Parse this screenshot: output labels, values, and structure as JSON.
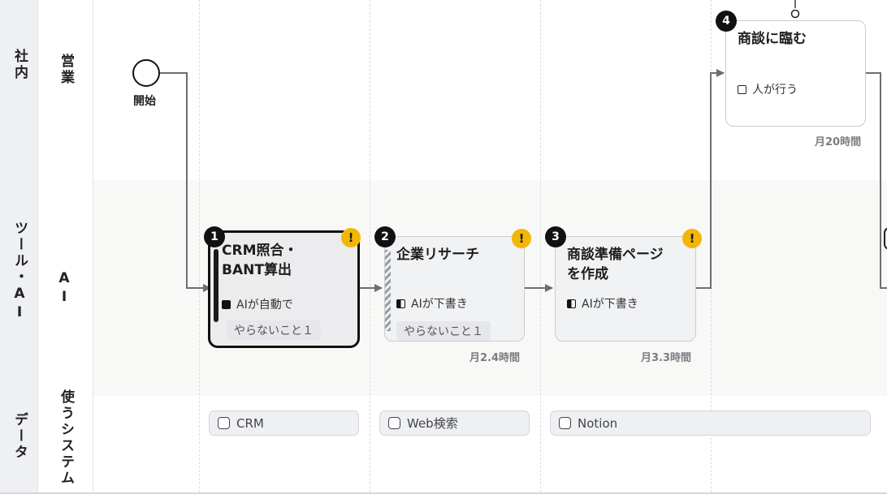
{
  "lanes": {
    "group_internal": "社内",
    "group_tool_ai": "ツール・AI",
    "group_data": "データ",
    "lane_sales": "営業",
    "lane_ai": "AI",
    "lane_system": "使うシステム"
  },
  "start_label": "開始",
  "tasks": [
    {
      "number": "1",
      "title_line1": "CRM照合・",
      "title_line2": "BANT算出",
      "mode": "AIが自動で",
      "tag": "やらないこと１",
      "hours": "",
      "warning": "!"
    },
    {
      "number": "2",
      "title_line1": "企業リサーチ",
      "title_line2": "",
      "mode": "AIが下書き",
      "tag": "やらないこと１",
      "hours": "月2.4時間",
      "warning": "!"
    },
    {
      "number": "3",
      "title_line1": "商談準備ページ",
      "title_line2": "を作成",
      "mode": "AIが下書き",
      "tag": "",
      "hours": "月3.3時間",
      "warning": "!"
    },
    {
      "number": "4",
      "title_line1": "商談に臨む",
      "title_line2": "",
      "mode": "人が行う",
      "tag": "",
      "hours": "月20時間",
      "warning": ""
    }
  ],
  "systems": [
    "CRM",
    "Web検索",
    "Notion"
  ],
  "colors": {
    "warning": "#f2b705",
    "badge": "#111111",
    "connector": "#6b6e73",
    "lane_ai_bg": "#f8f8f7"
  }
}
